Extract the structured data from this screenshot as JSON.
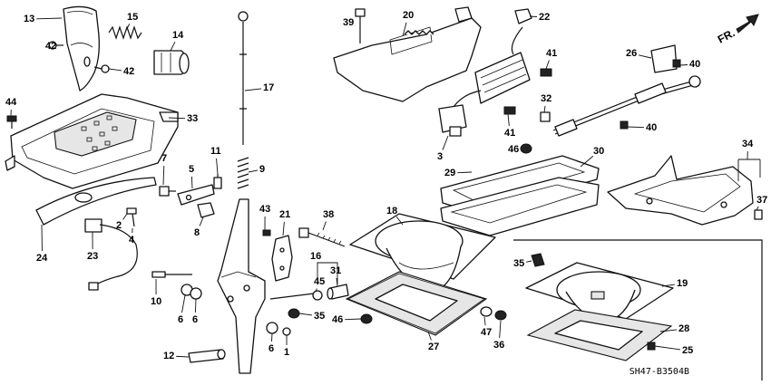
{
  "diagram": {
    "part_numbers": [
      "1",
      "2",
      "3",
      "4",
      "5",
      "6",
      "6",
      "6",
      "7",
      "8",
      "9",
      "10",
      "11",
      "12",
      "13",
      "14",
      "15",
      "16",
      "17",
      "18",
      "19",
      "20",
      "21",
      "22",
      "23",
      "24",
      "25",
      "26",
      "27",
      "28",
      "29",
      "30",
      "31",
      "32",
      "33",
      "34",
      "35",
      "35",
      "36",
      "37",
      "38",
      "39",
      "40",
      "40",
      "41",
      "41",
      "42",
      "42",
      "43",
      "44",
      "45",
      "46",
      "46",
      "47"
    ],
    "direction_label": "FR.",
    "drawing_code": "SH47-B3504B"
  }
}
